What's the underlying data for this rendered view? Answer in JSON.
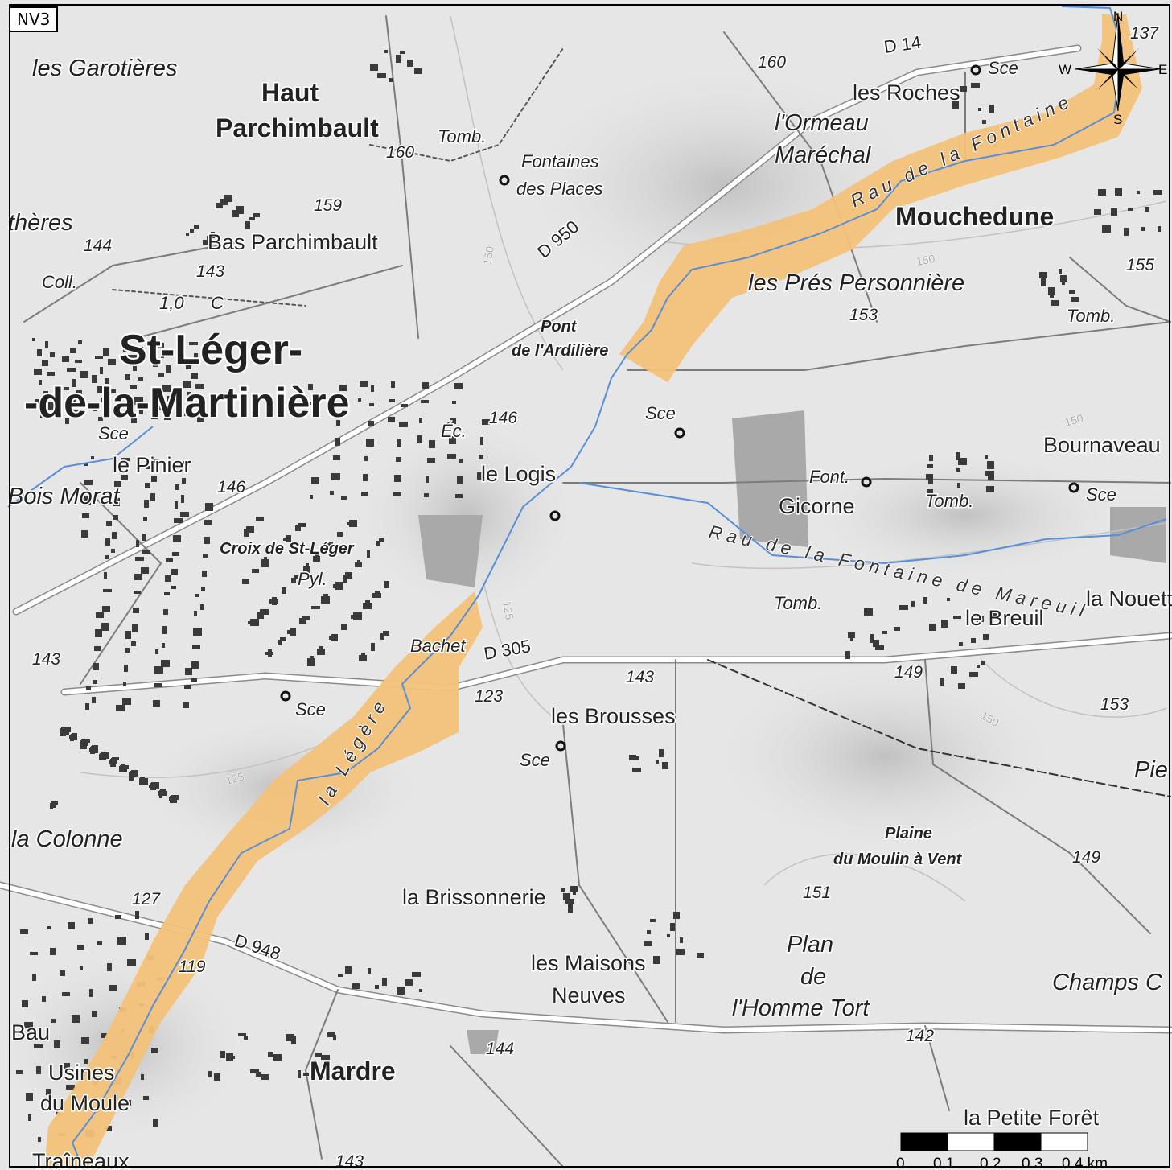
{
  "panel_label": "NV3",
  "map": {
    "places_large": [
      {
        "id": "stleger1",
        "text": "St-Léger-"
      },
      {
        "id": "stleger2",
        "text": "-de-la-Martinière"
      }
    ],
    "places_medium": [
      {
        "id": "haut1",
        "text": "Haut"
      },
      {
        "id": "haut2",
        "text": "Parchimbault"
      },
      {
        "id": "mouchedune",
        "text": "Mouchedune"
      },
      {
        "id": "mardre",
        "text": "Mardre"
      }
    ],
    "places": [
      {
        "id": "basparch",
        "text": "Bas Parchimbault"
      },
      {
        "id": "leslogis",
        "text": "le Logis"
      },
      {
        "id": "gicorne",
        "text": "Gicorne"
      },
      {
        "id": "bournaveau",
        "text": "Bournaveau"
      },
      {
        "id": "lesroches",
        "text": "les Roches"
      },
      {
        "id": "lebreuil",
        "text": "le Breuil"
      },
      {
        "id": "lanouett",
        "text": "la Nouett"
      },
      {
        "id": "lesbrousses",
        "text": "les Brousses"
      },
      {
        "id": "labrisso",
        "text": "la Brissonnerie"
      },
      {
        "id": "maisons1",
        "text": "les Maisons"
      },
      {
        "id": "maisons2",
        "text": "Neuves"
      },
      {
        "id": "petiteforet",
        "text": "la Petite Forêt"
      },
      {
        "id": "lepinier",
        "text": "le Pinier"
      },
      {
        "id": "usines",
        "text": "Usines"
      },
      {
        "id": "dumoule",
        "text": "du Moule"
      },
      {
        "id": "traineaux",
        "text": "Traîneaux"
      },
      {
        "id": "bau",
        "text": "Bau"
      }
    ],
    "localities": [
      {
        "id": "garotieres",
        "text": "les Garotières"
      },
      {
        "id": "ormeau1",
        "text": "l'Ormeau"
      },
      {
        "id": "ormeau2",
        "text": "Maréchal"
      },
      {
        "id": "presperso",
        "text": "les Prés Personnière"
      },
      {
        "id": "boismorat",
        "text": "Bois Morat"
      },
      {
        "id": "lacolonne",
        "text": "la Colonne"
      },
      {
        "id": "plan1",
        "text": "Plan"
      },
      {
        "id": "plan2",
        "text": "de"
      },
      {
        "id": "plan3",
        "text": "l'Homme Tort"
      },
      {
        "id": "champs",
        "text": "Champs C"
      },
      {
        "id": "pie",
        "text": "Pie"
      },
      {
        "id": "theres",
        "text": "thères"
      }
    ],
    "italic_bold": [
      {
        "id": "pont1",
        "text": "Pont"
      },
      {
        "id": "pont2",
        "text": "de l'Ardilière"
      },
      {
        "id": "plaine1",
        "text": "Plaine"
      },
      {
        "id": "plaine2",
        "text": "du Moulin à Vent"
      },
      {
        "id": "croix",
        "text": "Croix de St-Léger"
      }
    ],
    "small_labels": [
      {
        "id": "fontaines1",
        "text": "Fontaines"
      },
      {
        "id": "fontaines2",
        "text": "des Places"
      },
      {
        "id": "sce1",
        "text": "Sce"
      },
      {
        "id": "sce2",
        "text": "Sce"
      },
      {
        "id": "sce3",
        "text": "Sce"
      },
      {
        "id": "sce4",
        "text": "Sce"
      },
      {
        "id": "sce5",
        "text": "Sce"
      },
      {
        "id": "sce6",
        "text": "Sce"
      },
      {
        "id": "tomb1",
        "text": "Tomb."
      },
      {
        "id": "tomb2",
        "text": "Tomb."
      },
      {
        "id": "tomb3",
        "text": "Tomb."
      },
      {
        "id": "tomb4",
        "text": "Tomb."
      },
      {
        "id": "font",
        "text": "Font."
      },
      {
        "id": "coll",
        "text": "Coll."
      },
      {
        "id": "ec",
        "text": "Éc."
      },
      {
        "id": "pyl",
        "text": "Pyl."
      },
      {
        "id": "c",
        "text": "C"
      },
      {
        "id": "oneoh",
        "text": "1,0"
      },
      {
        "id": "bachet",
        "text": "Bachet"
      }
    ],
    "roads": [
      {
        "id": "d14",
        "text": "D 14"
      },
      {
        "id": "d950",
        "text": "D 950"
      },
      {
        "id": "d305",
        "text": "D 305"
      },
      {
        "id": "d948",
        "text": "D 948"
      }
    ],
    "streams": [
      {
        "id": "rau1",
        "text": "Rau de la Fontaine"
      },
      {
        "id": "rau2",
        "text": "Rau de la Fontaine de Mareuil"
      },
      {
        "id": "legere",
        "text": "la Légère"
      }
    ],
    "elevations": [
      {
        "id": "e137",
        "text": "137"
      },
      {
        "id": "e160a",
        "text": "160"
      },
      {
        "id": "e160b",
        "text": "160"
      },
      {
        "id": "e159",
        "text": "159"
      },
      {
        "id": "e144a",
        "text": "144"
      },
      {
        "id": "e143a",
        "text": "143"
      },
      {
        "id": "e155",
        "text": "155"
      },
      {
        "id": "e153a",
        "text": "153"
      },
      {
        "id": "e146a",
        "text": "146"
      },
      {
        "id": "e146b",
        "text": "146"
      },
      {
        "id": "e143b",
        "text": "143"
      },
      {
        "id": "e149a",
        "text": "149"
      },
      {
        "id": "e153b",
        "text": "153"
      },
      {
        "id": "e123",
        "text": "123"
      },
      {
        "id": "e143c",
        "text": "143"
      },
      {
        "id": "e127",
        "text": "127"
      },
      {
        "id": "e149b",
        "text": "149"
      },
      {
        "id": "e151",
        "text": "151"
      },
      {
        "id": "e142",
        "text": "142"
      },
      {
        "id": "e144b",
        "text": "144"
      },
      {
        "id": "e143d",
        "text": "143"
      },
      {
        "id": "e119",
        "text": "119"
      }
    ],
    "contours": [
      {
        "id": "c150a",
        "text": "150"
      },
      {
        "id": "c150b",
        "text": "150"
      },
      {
        "id": "c150c",
        "text": "150"
      },
      {
        "id": "c150d",
        "text": "150"
      },
      {
        "id": "c125a",
        "text": "125"
      },
      {
        "id": "c125b",
        "text": "125"
      }
    ]
  },
  "compass": {
    "n": "N",
    "s": "S",
    "e": "E",
    "w": "W"
  },
  "scale_bar": {
    "labels": [
      "0",
      "0.1",
      "0.2",
      "0.3",
      "0.4 km"
    ]
  },
  "colors": {
    "corridor": "#f2c27a",
    "stream": "#5a8fd8",
    "background": "#e4e4e4",
    "building": "#3a3a3a",
    "road": "#ffffff"
  }
}
